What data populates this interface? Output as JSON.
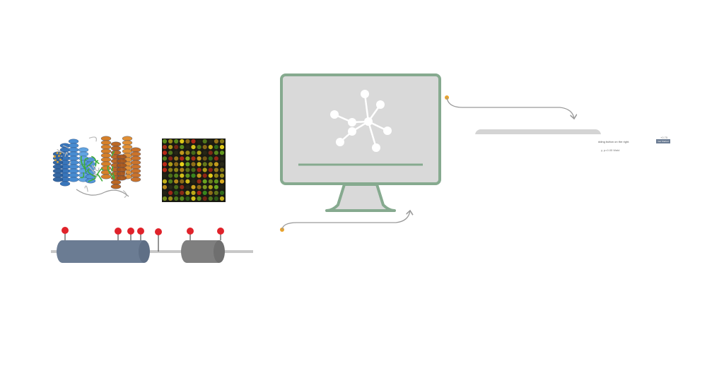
{
  "colors": {
    "green_accent": "#86aa8f",
    "monitor_fill": "#d9d9d9",
    "arrow_gray": "#9a9a9a",
    "dot_orange": "#e8a32e",
    "pin_red": "#e0222a",
    "cylinder_blue": "#6b7c93",
    "cylinder_gray": "#7f7f7f",
    "people_circle": "#f0a22e",
    "people_orange": "#f0ad35",
    "people_teal": "#7fa89a",
    "people_navy": "#4c5a78",
    "table_red": "#c0282d",
    "table_green": "#2e8b3c"
  },
  "icons": [
    "protein-structure-icon",
    "microarray-grid-icon",
    "protein-domain-icon",
    "network-graph-icon",
    "population-groups-icon"
  ],
  "report": {
    "header_text": "dding button on the right.",
    "header_button": "Get Started",
    "number": "+0.75",
    "subheader": "y, p=0.05 Wald"
  }
}
